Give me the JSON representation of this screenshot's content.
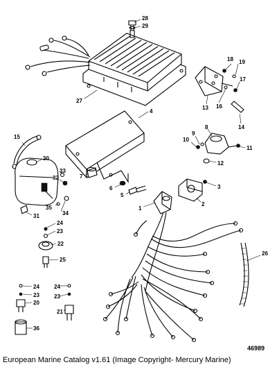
{
  "figure_number": "46989",
  "caption": "European Marine Catalog v1.61 (Image Copyright- Mercury Marine)",
  "callouts": [
    "1",
    "2",
    "3",
    "4",
    "5",
    "6",
    "7",
    "8",
    "9",
    "10",
    "11",
    "12",
    "13",
    "14",
    "15",
    "16",
    "17",
    "18",
    "19",
    "20",
    "21",
    "22",
    "23",
    "24",
    "25",
    "26",
    "27",
    "28",
    "29",
    "30",
    "31",
    "32",
    "33",
    "34",
    "35",
    "36"
  ]
}
